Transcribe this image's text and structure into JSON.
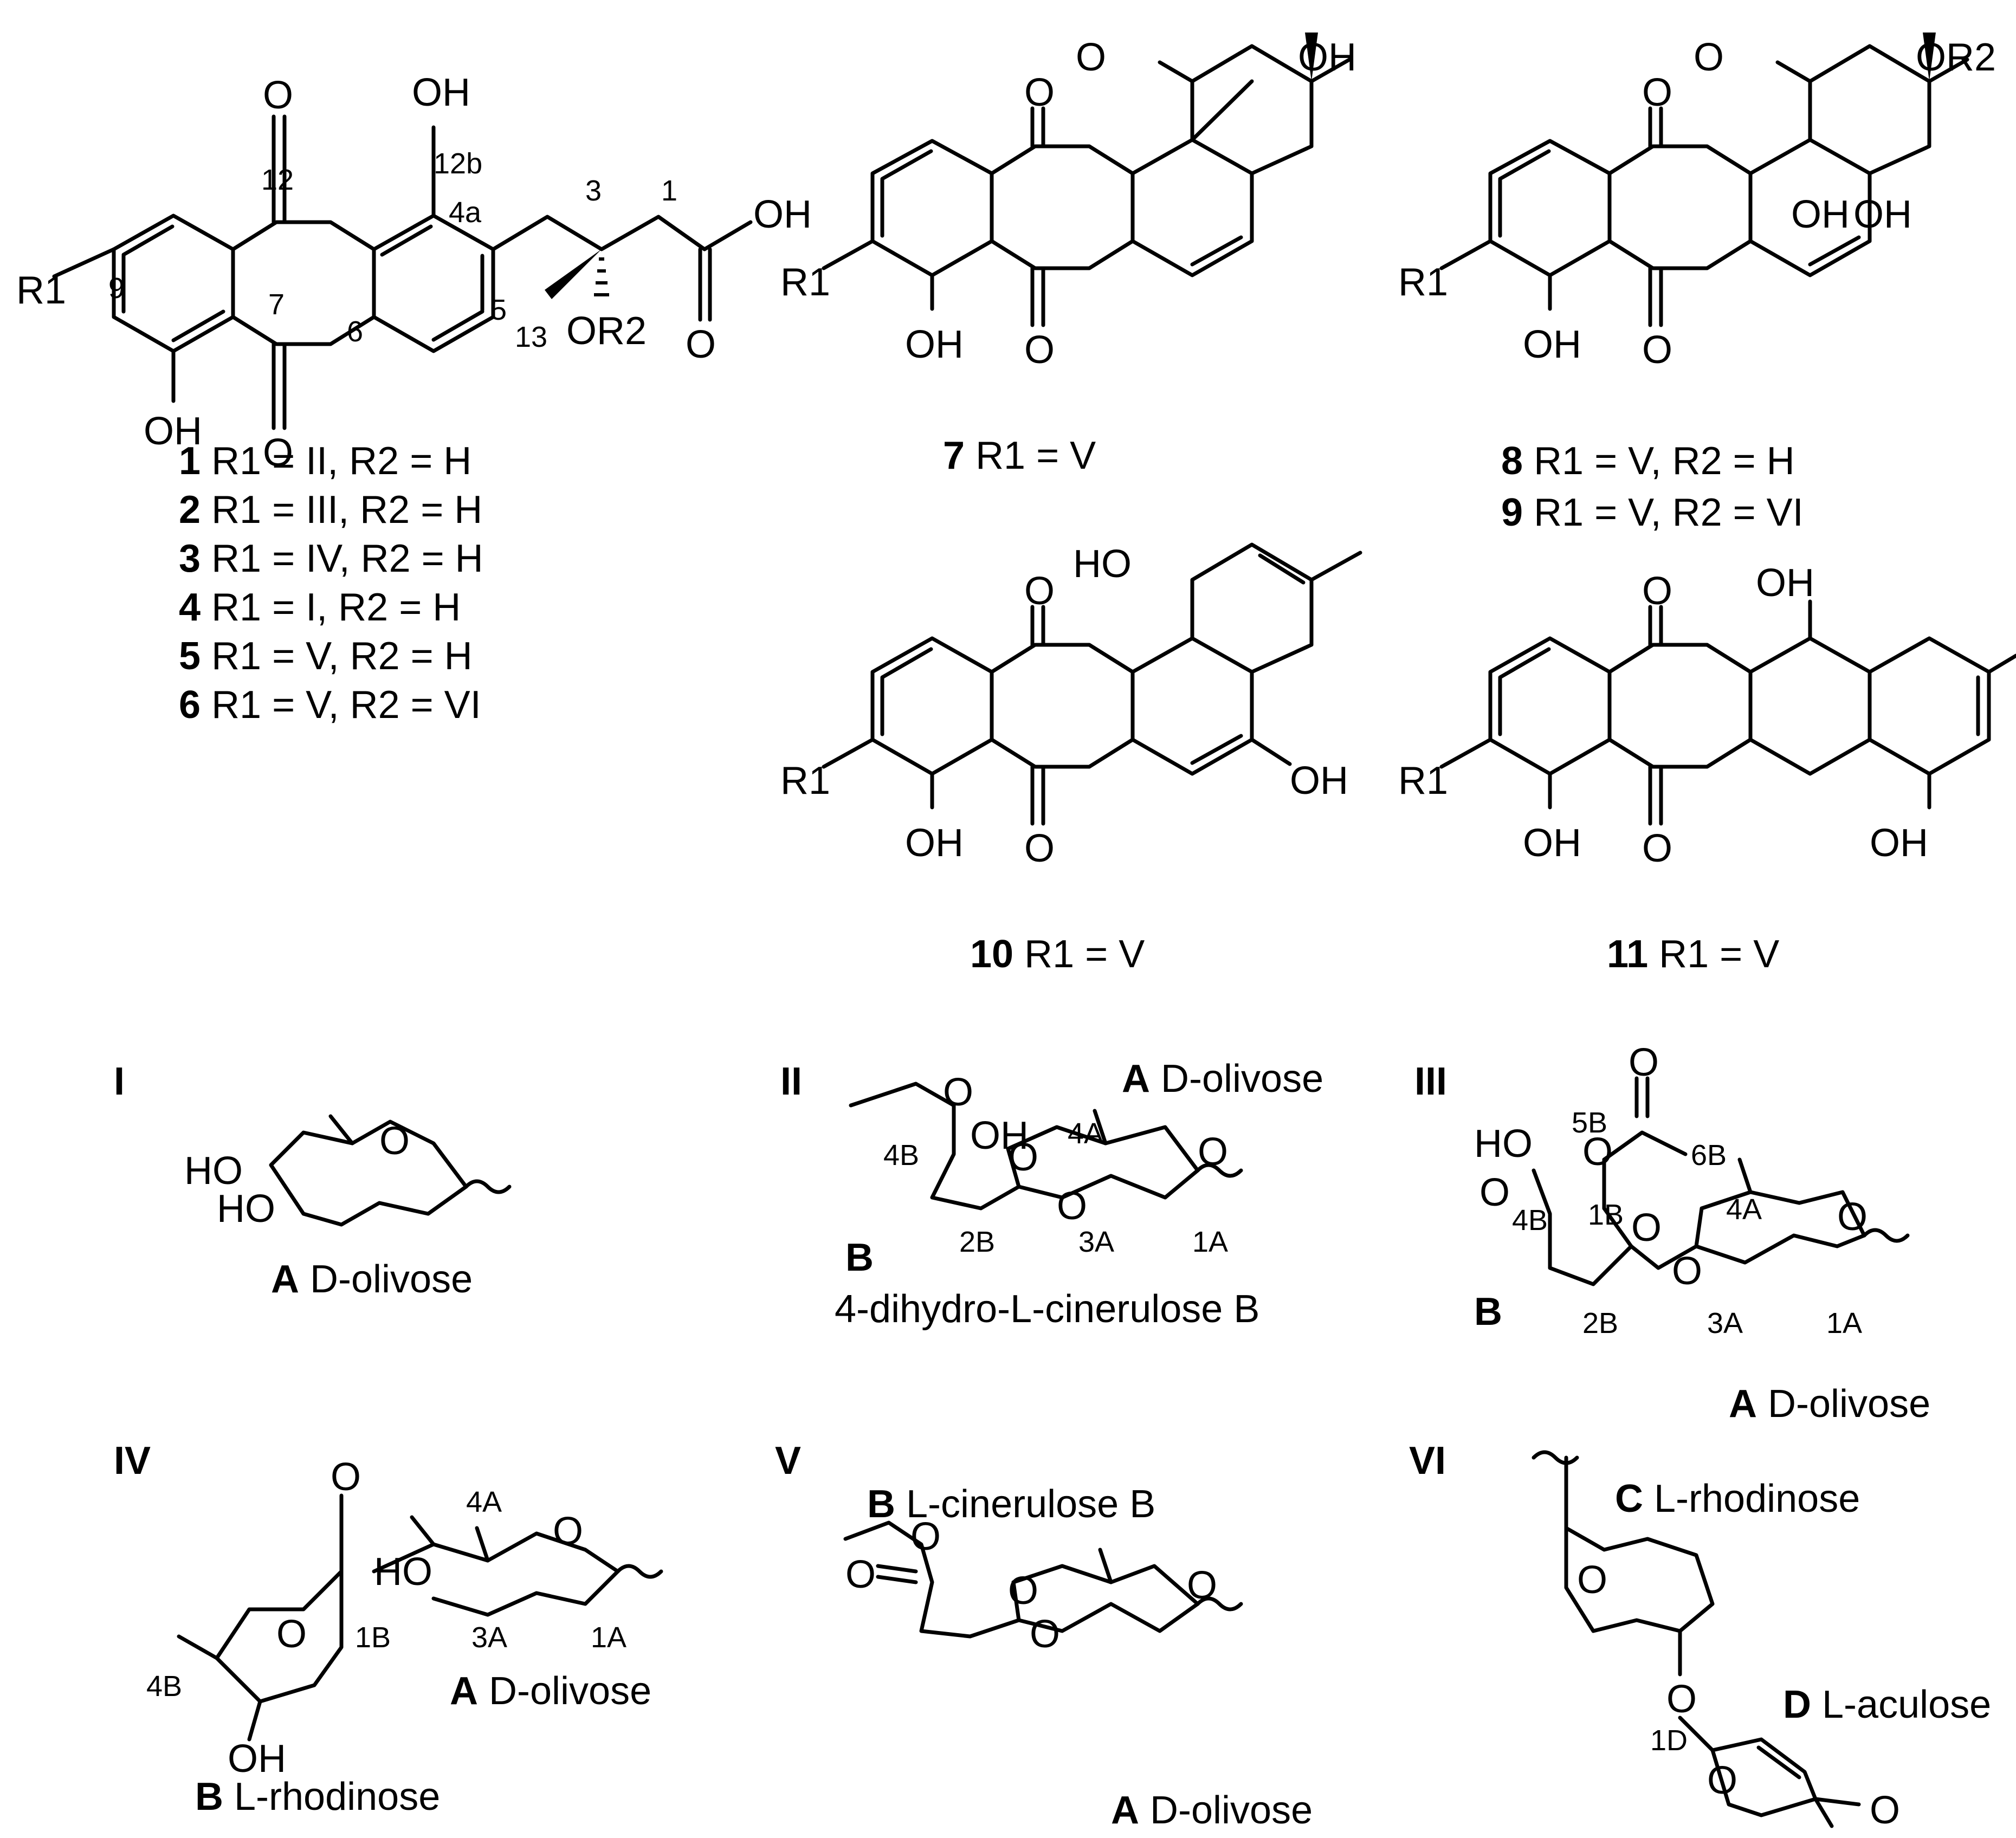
{
  "compounds": {
    "c1": {
      "id": "1",
      "text": "R1 = II,   R2 = H"
    },
    "c2": {
      "id": "2",
      "text": "R1 = III,  R2 = H"
    },
    "c3": {
      "id": "3",
      "text": "R1 = IV,  R2 = H"
    },
    "c4": {
      "id": "4",
      "text": "R1 = I,     R2 = H"
    },
    "c5": {
      "id": "5",
      "text": "R1 = V,  R2 = H"
    },
    "c6": {
      "id": "6",
      "text": "R1 = V,  R2 = VI"
    },
    "c7": {
      "id": "7",
      "text": "R1 = V"
    },
    "c8": {
      "id": "8",
      "text": "R1 = V, R2 = H"
    },
    "c9": {
      "id": "9",
      "text": "R1 = V, R2 = VI"
    },
    "c10": {
      "id": "10",
      "text": "R1 = V"
    },
    "c11": {
      "id": "11",
      "text": "R1 = V"
    }
  },
  "atoms": {
    "O": "O",
    "OH": "OH",
    "HO": "HO",
    "R1": "R1",
    "OR2": "OR2"
  },
  "core_numbering": {
    "n1": "1",
    "n3": "3",
    "n4a": "4a",
    "n5": "5",
    "n6": "6",
    "n7": "7",
    "n9": "9",
    "n12": "12",
    "n12b": "12b",
    "n13": "13"
  },
  "sugars": {
    "I": {
      "roman": "I",
      "unitA": {
        "letter": "A",
        "name": "D-olivose"
      }
    },
    "II": {
      "roman": "II",
      "unitA": {
        "letter": "A",
        "name": "D-olivose"
      },
      "unitB": {
        "letter": "B",
        "name": "4-dihydro-L-cinerulose B"
      },
      "labels": [
        "4B",
        "4A",
        "2B",
        "3A",
        "1A"
      ]
    },
    "III": {
      "roman": "III",
      "unitA": {
        "letter": "A",
        "name": "D-olivose"
      },
      "unitB": {
        "letter": "B"
      },
      "labels": [
        "5B",
        "6B",
        "1B",
        "4B",
        "4A",
        "2B",
        "3A",
        "1A"
      ]
    },
    "IV": {
      "roman": "IV",
      "unitA": {
        "letter": "A",
        "name": "D-olivose"
      },
      "unitB": {
        "letter": "B",
        "name": "L-rhodinose"
      },
      "labels": [
        "4A",
        "3A",
        "1A",
        "1B",
        "4B"
      ]
    },
    "V": {
      "roman": "V",
      "unitA": {
        "letter": "A",
        "name": "D-olivose"
      },
      "unitB": {
        "letter": "B",
        "name": "L-cinerulose B"
      }
    },
    "VI": {
      "roman": "VI",
      "unitC": {
        "letter": "C",
        "name": "L-rhodinose"
      },
      "unitD": {
        "letter": "D",
        "name": "L-aculose"
      },
      "labels": [
        "1D"
      ]
    }
  }
}
